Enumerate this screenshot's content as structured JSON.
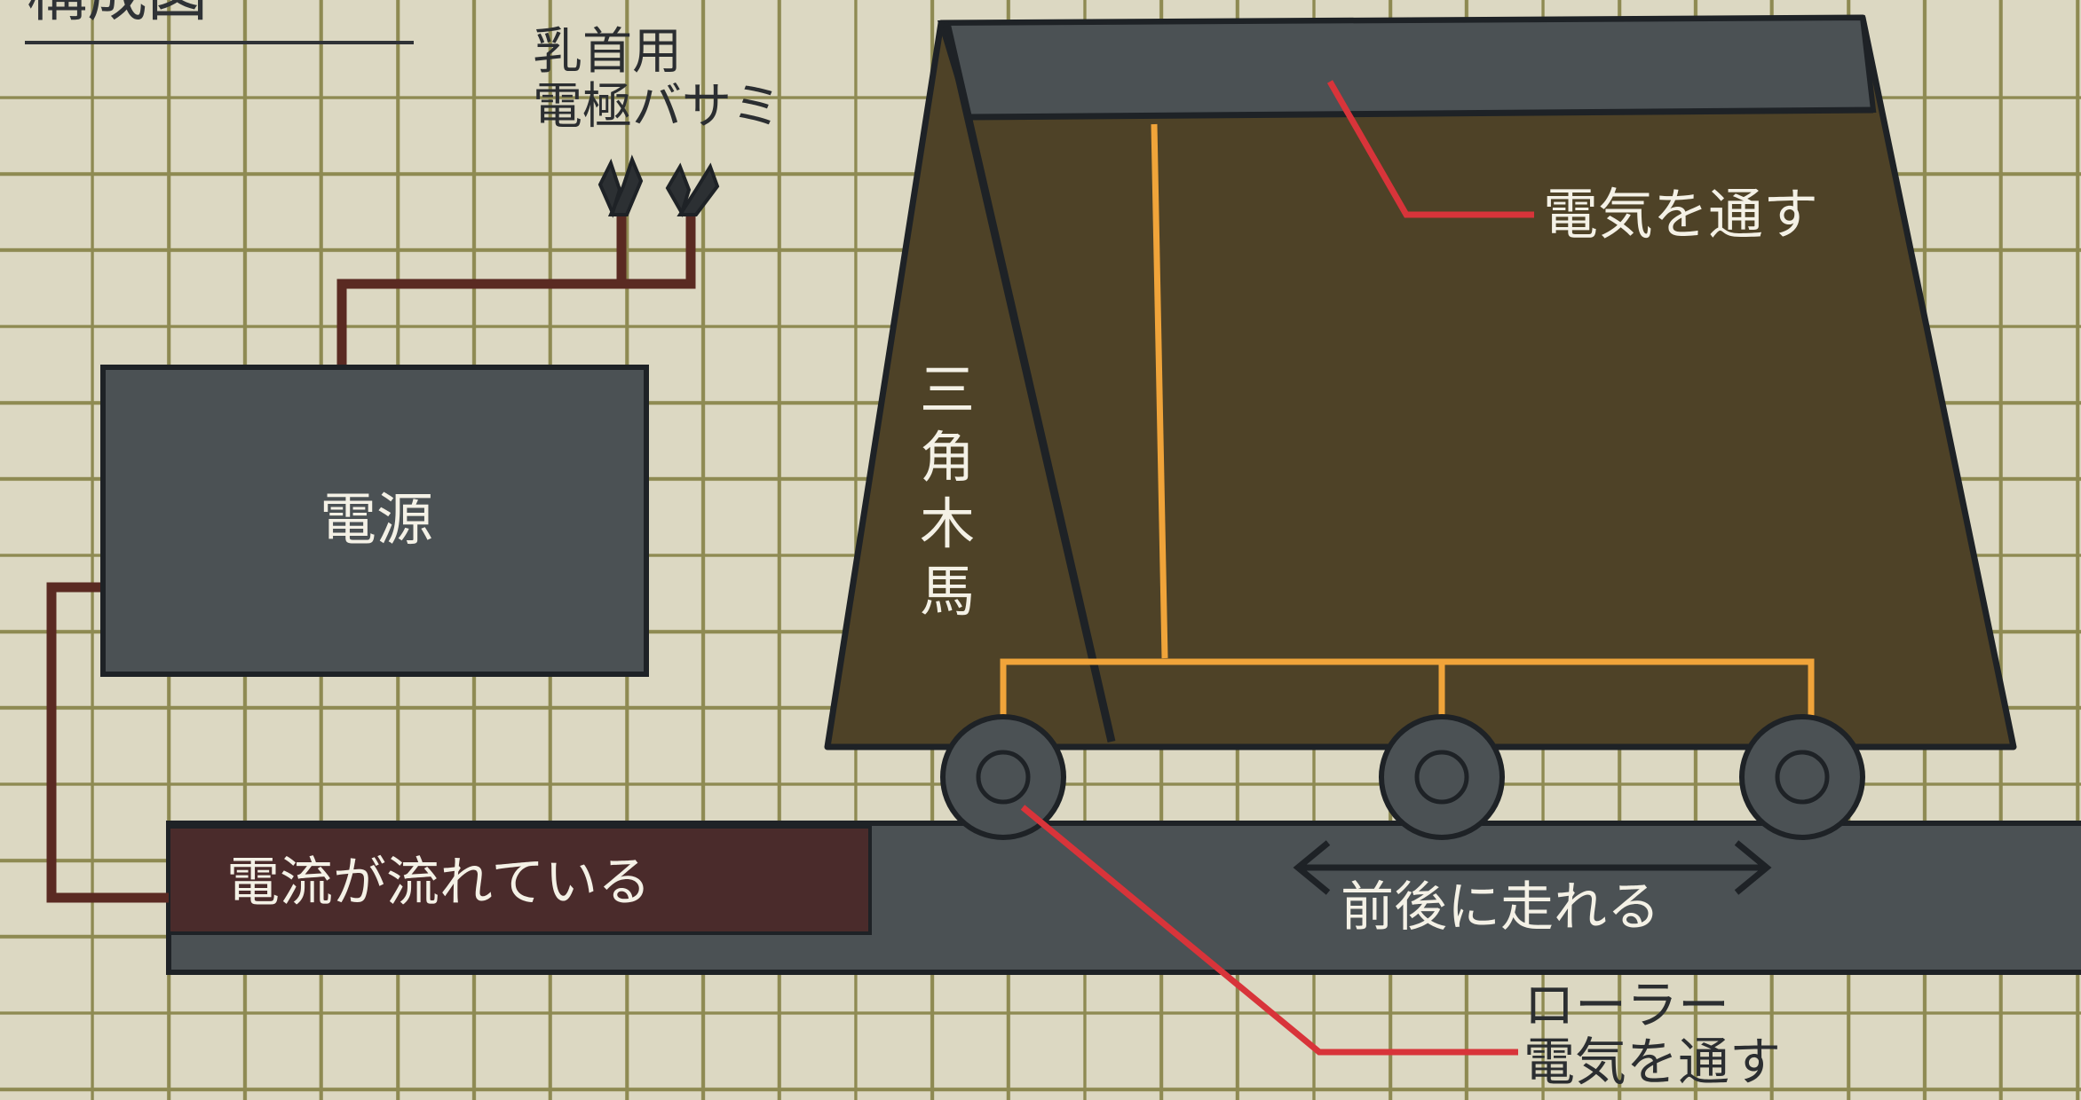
{
  "diagram": {
    "title": "構成図",
    "labels": {
      "nipple_clips_line1": "乳首用",
      "nipple_clips_line2": "電極バサミ",
      "power_supply": "電源",
      "current_flowing": "電流が流れている",
      "conducts_top": "電気を通す",
      "triangle_horse": "三角木馬",
      "moves_back_forth": "前後に走れる",
      "roller_line1": "ローラー",
      "roller_line2": "電気を通す"
    }
  },
  "colors": {
    "background": "#dcd8c2",
    "grid": "#8e8a52",
    "box_gray": "#4b5154",
    "horse_brown": "#4e4227",
    "rail_maroon": "#4a2b2b",
    "wire_brown": "#5a2a22",
    "wire_orange": "#f0a43a",
    "leader_red": "#d8343a",
    "outline": "#1e2226",
    "label_light": "#f4f1e6"
  }
}
